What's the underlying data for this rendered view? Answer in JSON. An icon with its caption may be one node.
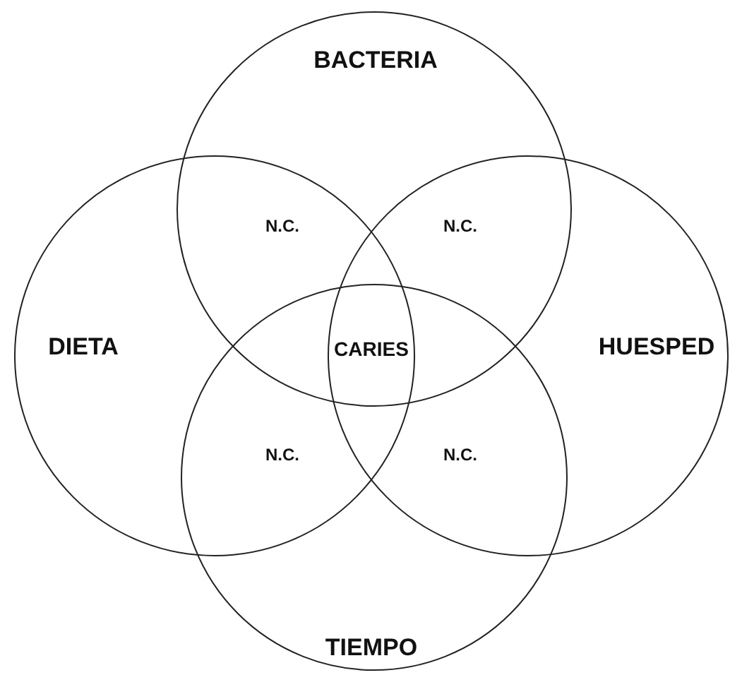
{
  "diagram": {
    "nodes": [
      {
        "text": [
          "BACTERIA"
        ]
      },
      {
        "text": [
          "DIETA"
        ]
      },
      {
        "text": [
          "HUESPED"
        ]
      },
      {
        "text": [
          "TIEMPO"
        ]
      }
    ],
    "edges": [],
    "labels": [
      "N.C.",
      "N.C.",
      "CARIES",
      "N.C.",
      "N.C."
    ]
  }
}
